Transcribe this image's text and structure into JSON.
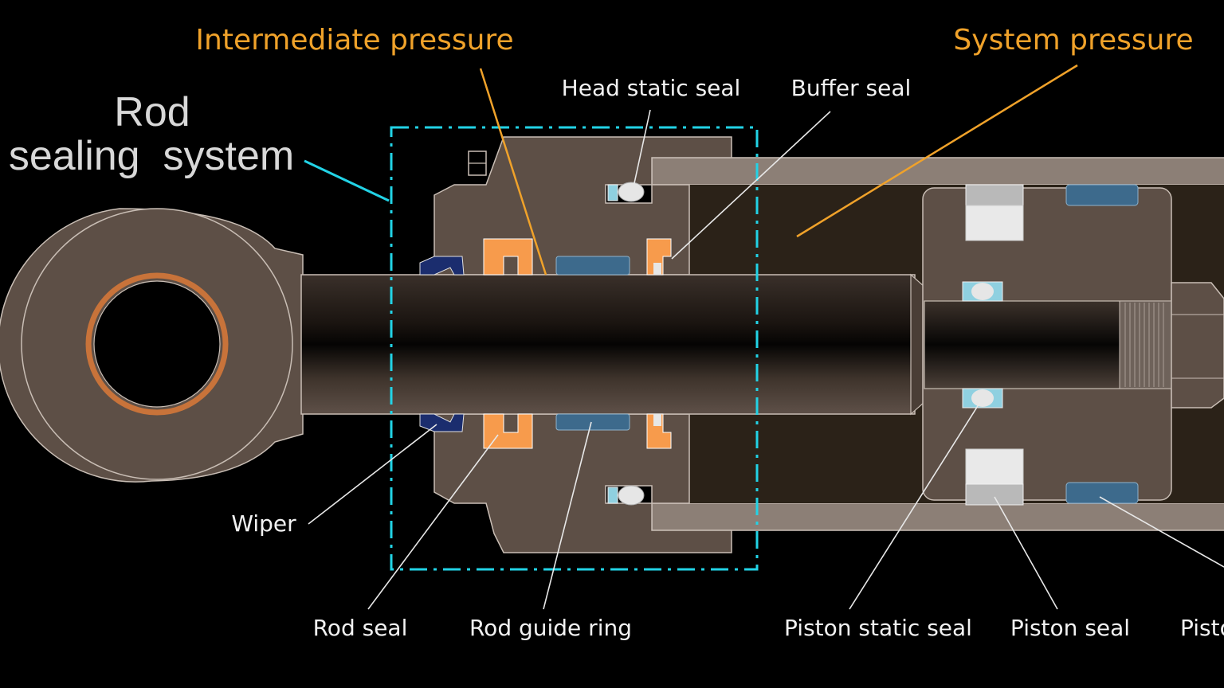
{
  "title": {
    "line1": "Rod",
    "line2": "sealing  system"
  },
  "pressure_labels": {
    "intermediate": "Intermediate pressure",
    "system": "System pressure"
  },
  "component_labels": {
    "head_static_seal": "Head static seal",
    "buffer_seal": "Buffer seal",
    "wiper": "Wiper",
    "rod_seal": "Rod seal",
    "rod_guide_ring": "Rod guide ring",
    "piston_static_seal": "Piston static seal",
    "piston_seal": "Piston seal",
    "piston_guide_ring_partial": "Pisto"
  },
  "colors": {
    "background": "#000000",
    "housing": "#5d4f46",
    "tube": "#8c7f76",
    "chamber": "#2b2218",
    "seal_orange": "#f79b4c",
    "guide_ring_blue": "#3d6a8c",
    "wiper_navy": "#1b2d6e",
    "static_seal_cyan": "#8fd0e0",
    "highlight_box": "#22d3e6",
    "pressure_text": "#f0a22a",
    "eye_bushing": "#c8733a"
  }
}
